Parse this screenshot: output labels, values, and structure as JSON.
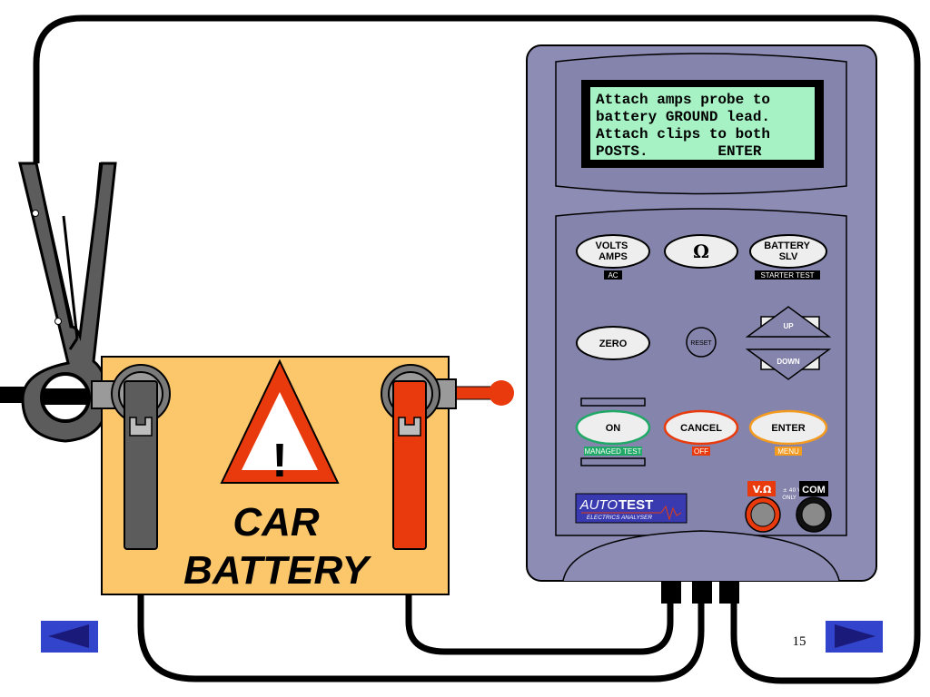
{
  "slide": {
    "page_number": "15"
  },
  "battery": {
    "label_line1": "CAR",
    "label_line2": "BATTERY",
    "warning_symbol": "!"
  },
  "display": {
    "lines": [
      "Attach amps probe to",
      "battery GROUND lead.",
      "Attach clips to both",
      "POSTS.        ENTER"
    ]
  },
  "buttons": {
    "volts_amps_l1": "VOLTS",
    "volts_amps_l2": "AMPS",
    "ac_tag": "AC",
    "ohm": "Ω",
    "battery_l1": "BATTERY",
    "battery_l2": "SLV",
    "starter_tag": "STARTER TEST",
    "zero": "ZERO",
    "reset": "RESET",
    "up": "UP",
    "down": "DOWN",
    "on": "ON",
    "managed_tag": "MANAGED TEST",
    "cancel": "CANCEL",
    "off_tag": "OFF",
    "enter": "ENTER",
    "menu_tag": "MENU"
  },
  "brand": {
    "auto": "AUTO",
    "test": "TEST",
    "subtitle": "ELECTRICS ANALYSER"
  },
  "jacks": {
    "vohm": "V.Ω",
    "warning": "± 40 V",
    "only": "ONLY",
    "com": "COM"
  },
  "colors": {
    "meter_body": "#8c8cb4",
    "lcd": "#a6f2c4",
    "battery": "#fcc66a",
    "red_lead": "#e83a0c",
    "gray_lead": "#5c5c5c",
    "nav": "#3344cc"
  }
}
